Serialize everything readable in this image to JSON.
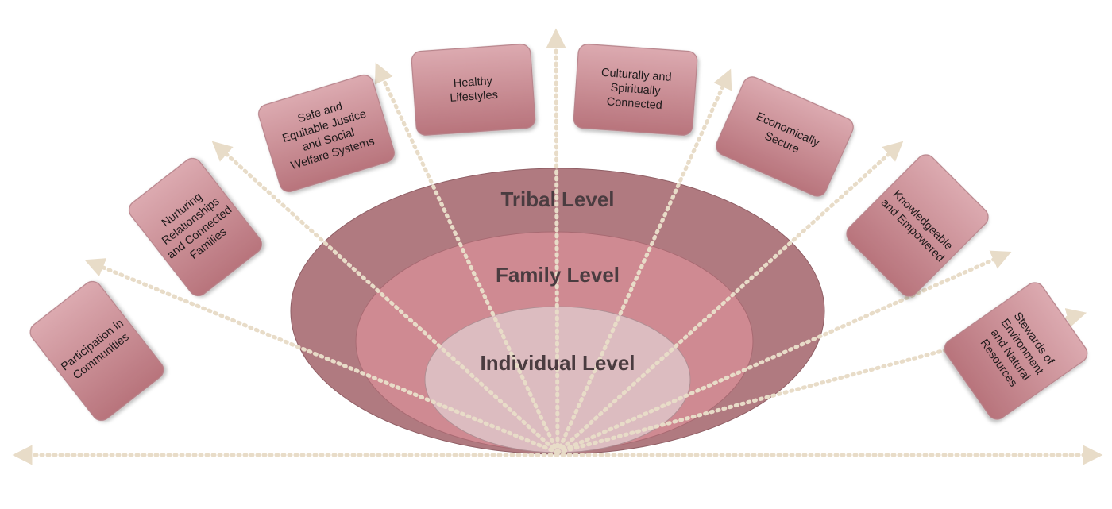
{
  "levels": {
    "tribal": "Tribal Level",
    "family": "Family Level",
    "individual": "Individual Level"
  },
  "outcomes": [
    {
      "id": "participation",
      "lines": [
        "Participation in",
        "Communities"
      ]
    },
    {
      "id": "nurturing",
      "lines": [
        "Nurturing",
        "Relationships",
        "and Connected",
        "Families"
      ]
    },
    {
      "id": "justice",
      "lines": [
        "Safe and",
        "Equitable Justice",
        "and Social",
        "Welfare Systems"
      ]
    },
    {
      "id": "healthy",
      "lines": [
        "Healthy",
        "Lifestyles"
      ]
    },
    {
      "id": "cultural",
      "lines": [
        "Culturally and",
        "Spiritually",
        "Connected"
      ]
    },
    {
      "id": "economic",
      "lines": [
        "Economically",
        "Secure"
      ]
    },
    {
      "id": "knowledge",
      "lines": [
        "Knowledgeable",
        "and Empowered"
      ]
    },
    {
      "id": "stewards",
      "lines": [
        "Stewards of",
        "Environment",
        "and Natural",
        "Resources"
      ]
    }
  ],
  "colors": {
    "tribal": "#b07a80",
    "family": "#cf8a92",
    "individual": "#dcbcc0",
    "box_light": "#dcaab0",
    "box_dark": "#b8747c",
    "arrow": "#e8dcc8"
  }
}
